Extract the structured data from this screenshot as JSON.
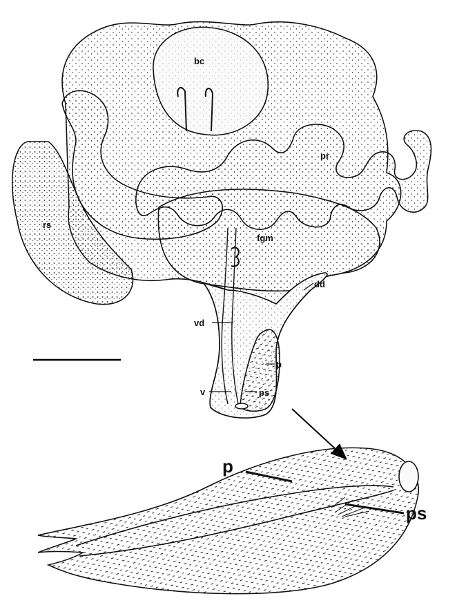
{
  "figure": {
    "labels": {
      "bc": "bc",
      "pr": "pr",
      "rs": "rs",
      "fgm": "fgm",
      "dd": "dd",
      "vd": "vd",
      "p": "p",
      "v": "v",
      "ps": "ps",
      "detail_p": "p",
      "detail_ps": "ps"
    }
  }
}
